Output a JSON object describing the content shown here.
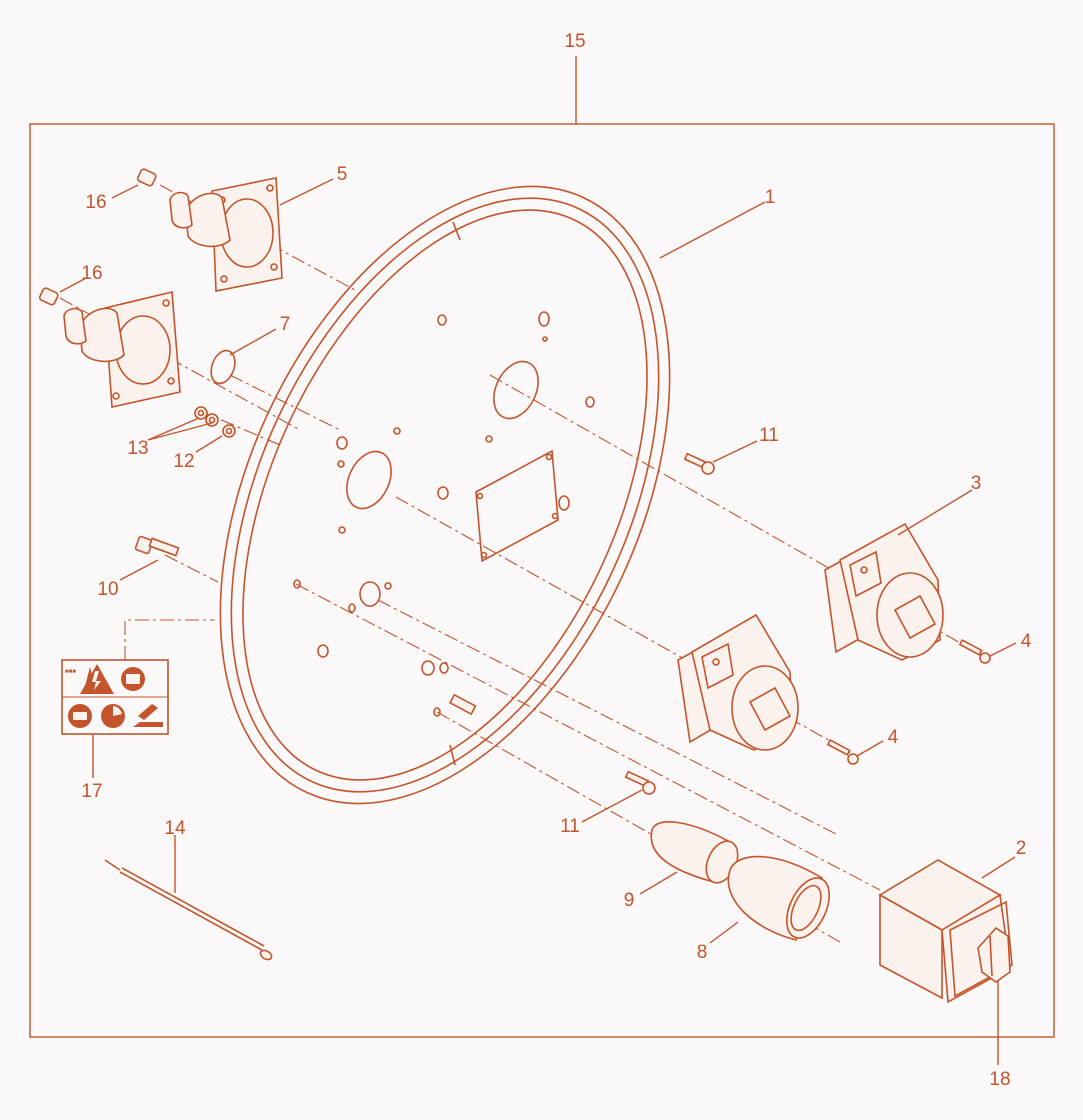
{
  "colors": {
    "accent": "#c4542b",
    "background": "#faf8f8"
  },
  "callouts": {
    "c1": "1",
    "c2": "2",
    "c3": "3",
    "c4a": "4",
    "c4b": "4",
    "c5": "5",
    "c7": "7",
    "c8": "8",
    "c9": "9",
    "c10": "10",
    "c11a": "11",
    "c11b": "11",
    "c12": "12",
    "c13": "13",
    "c14": "14",
    "c15": "15",
    "c16a": "16",
    "c16b": "16",
    "c17": "17",
    "c18": "18"
  },
  "label_sticker": {
    "icons": [
      "warning-electric-icon",
      "read-manual-icon",
      "plug-icon",
      "speed-icon",
      "hand-crush-icon"
    ]
  }
}
